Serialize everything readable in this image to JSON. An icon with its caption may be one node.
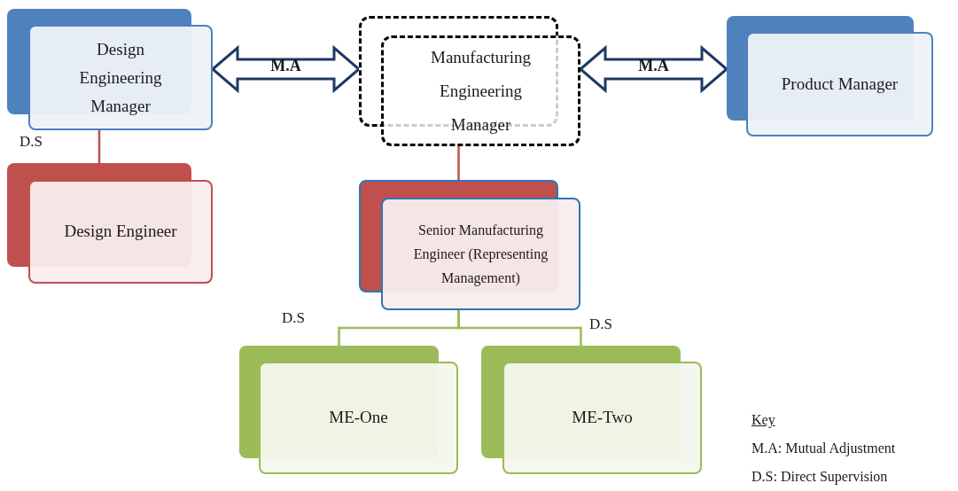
{
  "diagram": {
    "nodes": [
      {
        "text": [
          "Design Engineering Manager"
        ]
      },
      {
        "text": [
          "Manufacturing Engineering Manager"
        ]
      },
      {
        "text": [
          "Product Manager"
        ]
      },
      {
        "text": [
          "Design Engineer"
        ]
      },
      {
        "text": [
          "Senior Manufacturing Engineer (Representing Management)"
        ]
      },
      {
        "text": [
          "ME-One"
        ]
      },
      {
        "text": [
          "ME-Two"
        ]
      }
    ],
    "edges": [
      {
        "from": 0,
        "to": 1,
        "arrow": "both",
        "label": "M.A",
        "style": "thick"
      },
      {
        "from": 1,
        "to": 2,
        "arrow": "both",
        "label": "M.A",
        "style": "thick"
      },
      {
        "from": 0,
        "to": 3,
        "arrow": "none",
        "label": "D.S",
        "color": "#c0504d"
      },
      {
        "from": 1,
        "to": 4,
        "arrow": "none",
        "color": "#c0504d"
      },
      {
        "from": 4,
        "to": 5,
        "arrow": "none",
        "label": "D.S",
        "color": "#9bbb59"
      },
      {
        "from": 4,
        "to": 6,
        "arrow": "none",
        "label": "D.S",
        "color": "#9bbb59"
      }
    ],
    "labels": [
      "Key",
      "M.A: Mutual Adjustment",
      "D.S: Direct Supervision"
    ]
  }
}
